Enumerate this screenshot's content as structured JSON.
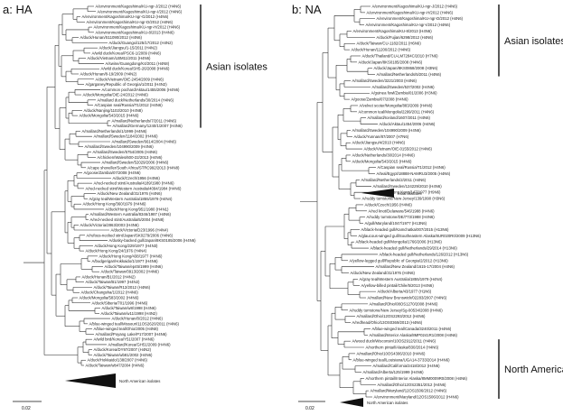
{
  "panels": [
    {
      "id": "ha",
      "title": "a: HA",
      "scale_label": "0.02",
      "clade_label": "North American isolates",
      "group_bars": [
        {
          "label": "Asian isolates",
          "from": 0,
          "to": 23
        }
      ],
      "leaves": [
        "A/environment/Kagoshima/KU-ngr-J/2012 (H4N6)",
        "A/environment/Kagoshima/KU-ngr-I/2012 (H4N6)",
        "A/environment/Kagoshima/KU-ngr-G/2012 (H4N6)",
        "A/environment/Kagoshima/KU-ngr-D/2012 (H4N6)",
        "A/environment/Kagoshima/KU-ngr-H/2012 (H4N6)",
        "A/environment/Kagoshima/KU-8/2013 (H4N6)",
        "A/duck/Hunan/S11090/2012 (H4N6)",
        "A/duck/Guangxi/125/17/2012 (H4N2)",
        "A/duck/Jiangsu/1-15/2011 (H4N2)",
        "A/wild duck/Korea/PSC6-1/2009 (H4N6)",
        "A/duck/Vietnam/LBM11/2011 (H4N6)",
        "A/swine/Guangdong/K4/2011 (H4N8)",
        "A/wild duck/Korea/SH5-26/2008 (H4N6)",
        "A/duck/Hunan/8-19/2009 (H4N2)",
        "A/duck/Vietnam/OIE-2454/2009 (H4N6)",
        "A/garganey/Republic of Georgia/1/2011 (H4N2)",
        "A/common pochard/Aktau/1455/2006 (H4N6)",
        "A/duck/Mongolia/OIE-24/2012 (H4N6)",
        "A/mallard duck/Netherlands/30/2014 (H4N6)",
        "A/Caspian seal/Russia/T1/2012 (H4N6)",
        "A/duck/Nanjing/1102/2010 (H4N8)",
        "A/duck/Mongolia/543/2015 (H4N6)",
        "A/mallard/Netherlands/7/2011 (H4N6)",
        "A/mallard/Germany/1240/1/2007 (H4N6)",
        "A/mallard/Netherlands/1/1999 (H4N6)",
        "A/mallard/Sweden/1184/2002 (H4N6)",
        "A/mallard/Sweden/6614/2004 (H4N6)",
        "A/mallard/Sweden/104990/2009 (H4N6)",
        "A/mallard/Sweden/5754/2005 (H4N6)",
        "A/chicken/Wales/600-22/2013 (H4N6)",
        "A/mallard/Sweden/52029/2006 (H4N6)",
        "A/cape shoveller/South Africa/STRC992/2013 (H4N8)",
        "A/goose/Zambia/07/2008 (H4N6)",
        "A/duck/Czech/1956 (H4N6)",
        "A/red-necked stint/Australia/4189/1980 (H4N6)",
        "A/red-necked stint/Western Australia/4094/1984 (H4N6)",
        "A/duck/New Zealand/31/1976 (H4N6)",
        "A/gray teal/Western Australia/1855/1979 (H4N4)",
        "A/duck/Hong Kong/360/1979 (H4N6)",
        "A/duck/Hong Kong/951/1980 (H4N1)",
        "A/mallard/Western Australia/8346/1987 (H4N6)",
        "A/red-necked stint/Australia/5/2004 (H4N8)",
        "A/duck/Victoria/2863/2003 (H4N6)",
        "A/duck/Victoria/D23/1996 (H4N4)",
        "A/rufous-necked stint/Japan/SK0279/2006 (H4N6)",
        "A/dusky-backed gull/Japan/8KS0185/2006 (H4N6)",
        "A/duck/Hong Kong/229/1977 (H4N3)",
        "A/duck/Hong Kong/24/1976 (H4N4)",
        "A/duck/Hong Kong/438/1977 (H4N6)",
        "A/budgerigar/Hokkaido/1/1977 (H4N6)",
        "A/duck/Taiwan/ep45/1999 (H4N6)",
        "A/duck/Taiwan/0913/2002 (H4N6)",
        "A/duck/Hunan/B1/2012 (H4N2)",
        "A/duck/Taiwan/B1/1997 (H4N2)",
        "A/duck/Taiwan/R12/2012 (H4N6)",
        "A/duck/Changsha/1/2012 (H4N6)",
        "A/duck/Mongolia/583/2002 (H4N6)",
        "A/duck/Siberia/701/1996 (H4N6)",
        "A/duck/Taiwan/w8/1998 (H4N6)",
        "A/duck/Taiwan/w11/1998 (H4N2)",
        "A/duck/Hunan/0/2012 (H4N6)",
        "A/blue-winged teal/Missouri/11OS2620/2011 (H4N6)",
        "A/blue-winged teal/Ohio/2005 (H4N8)",
        "A/mallard/Poyang Lake/P17/2007 (H4N6)",
        "A/wild bird/Korea/Y51/2007 (H4N6)",
        "A/mallard/Korea/GH51/2009 (H4N6)",
        "A/duck/Korea/DY97/2007 (H4N2)",
        "A/duck/Taiwan/wb81/2002 (H4N6)",
        "A/duck/Hokkaido/138/2007 (H4N6)",
        "A/duck/Taiwan/wb47/2004 (H4N6)"
      ]
    },
    {
      "id": "na",
      "title": "b: NA",
      "scale_label": "0.02",
      "clade_label": "North American isolates",
      "asian_clade_label": "Asian isolates",
      "group_bars": [
        {
          "label": "Asian isolates",
          "from": 0,
          "to": 11
        },
        {
          "label": "North American isolates",
          "from": 54,
          "to": 72
        }
      ],
      "leaves": [
        "A/environment/Kagoshima/KU-ngr-J/2012 (H4N6)",
        "A/environment/Kagoshima/KU-ngr-H/2012 (H4N6)",
        "A/environment/Kagoshima/KU-ngr-D/2012 (H4N6)",
        "A/environment/Kagoshima/KU-ngr-I/2012 (H4N6)",
        "A/environment/Kagoshima/KU-8/2013 (H4N6)",
        "A/duck/Fujian/6298/2012 (H4N6)",
        "A/duck/Taiwan/CU-1182/2011 (H6N6)",
        "A/duck/Hunan/11200/2012 (H4N6)",
        "A/duck/Thailand/CU-LM7284C/2010 (H7N6)",
        "A/duck/Japan/8KS0185/2008 (H4N6)",
        "A/duck/Japan/8KS0868/2008 (H3N6)",
        "A/mallard/Netherlands/5/2011 (H4N6)",
        "A/mallard/Sweden/3221/2003 (H4N6)",
        "A/mallard/Sweden/537/2002 (H4N6)",
        "A/guinea fowl/Zambia/01/2006 (H3N6)",
        "A/goose/Zambia/07/2008 (H4N6)",
        "A/velvet scoter/Mongolia/883/2009 (H4N6)",
        "A/common teal/Mongolia/2299/2011 (H4N6)",
        "A/mallard/Iceland/1607/2011 (H4N6)",
        "A/duck/Aktau/1454/2006 (H4N6)",
        "A/mallard/Sweden/104990/2009 (H4N6)",
        "A/duck/Yunnan/87/2007 (H7N6)",
        "A/duck/Jiangsu/4/2010 (H4N6)",
        "A/duck/Vietnam/OIE-0155/2012 (H4N6)",
        "A/duck/Netherlands/30/2014 (H4N6)",
        "A/duck/Mongolia/543/2015 (H4N6)",
        "A/Caspian seal/Russia/T1/2012 (H4N6)",
        "A/teal/Egypt/18888-NAMRU3/2005 (H4N6)",
        "A/mallard/Netherlands/2/2011 (H4N6)",
        "A/mallard/Sweden/124229/2010 (H4N6)",
        "A/duck/Hong Kong/147/1977 (H9N6)",
        "A/ruddy turnstone/New Jersey/139/1990 (H3N6)",
        "A/duck/Czech/1956 (H4N6)",
        "A/red knot/Delaware/546/1988 (H4N6)",
        "A/ruddy turnstone/DE/773/1988 (H4N6)",
        "A/gull/Maryland/1047/1977 (H13N6)",
        "A/black-headed gull/Kamchatka/007/2015 (H13N6)",
        "A/glaucous-winged gull/Southeastern Alaska/8UR020R0/2009 (H13N6)",
        "A/black-headed gull/Mongolia/1766/2006 (H13N6)",
        "A/black-headed gull/Netherlands/29/2014 (H13N6)",
        "A/black-headed gull/Netherlands/126/2012 (H13N6)",
        "A/yellow-legged gull/Republic of Georgia/2/2012 (H13N6)",
        "A/mallard/New Zealand/1615-17/2004 (H4N6)",
        "A/duck/New Zealand/31/1976 (H4N6)",
        "A/gray teal/Western Australia/1855/1979 (H4N4)",
        "A/yellow-billed pintail/Chile/5/2013 (H4N6)",
        "A/duck/Alberta/43/1977 (H1N6)",
        "A/mallard/New Brunswick/02283/2007 (H4N6)",
        "A/mallard/Ohio/08OS1270/2008 (H4N6)",
        "A/ruddy turnstone/New Jersey/Sg-00534/2008 (H4N6)",
        "A/mallard/Ohio/12OS2293/2012 (H4N6)",
        "A/redhead/Ohio/13OS0369/2013 (H4N6)",
        "A/blue-winged teal/Canada/3240/2011 (H4N6)",
        "A/mallard/Interior Alaska/8MP0241R1/2008 (H4N6)",
        "A/wood duck/Wisconsin/10OS2912/2011 (H4N6)",
        "A/northern pintail/Alaska/830/2014 (H4N6)",
        "A/mallard/Ohio/10OS4306/2010 (H4N6)",
        "A/blue-winged teal/Louisiana/UGA14-3733/2014 (H4N6)",
        "A/mallard/California/3418/2012 (H4N6)",
        "A/mallard/Alberta/125/1999 (H4N6)",
        "A/northern pintail/Interior Alaska/8MM0009R0/2008 (H4N6)",
        "A/mallard/Ohio/12OS2351/2012 (H4N6)",
        "A/mallard/Maryland/12OS1506/2012 (H4N6)",
        "A/environment/Maryland/12OS1506/2012 (H4N6)"
      ]
    }
  ]
}
